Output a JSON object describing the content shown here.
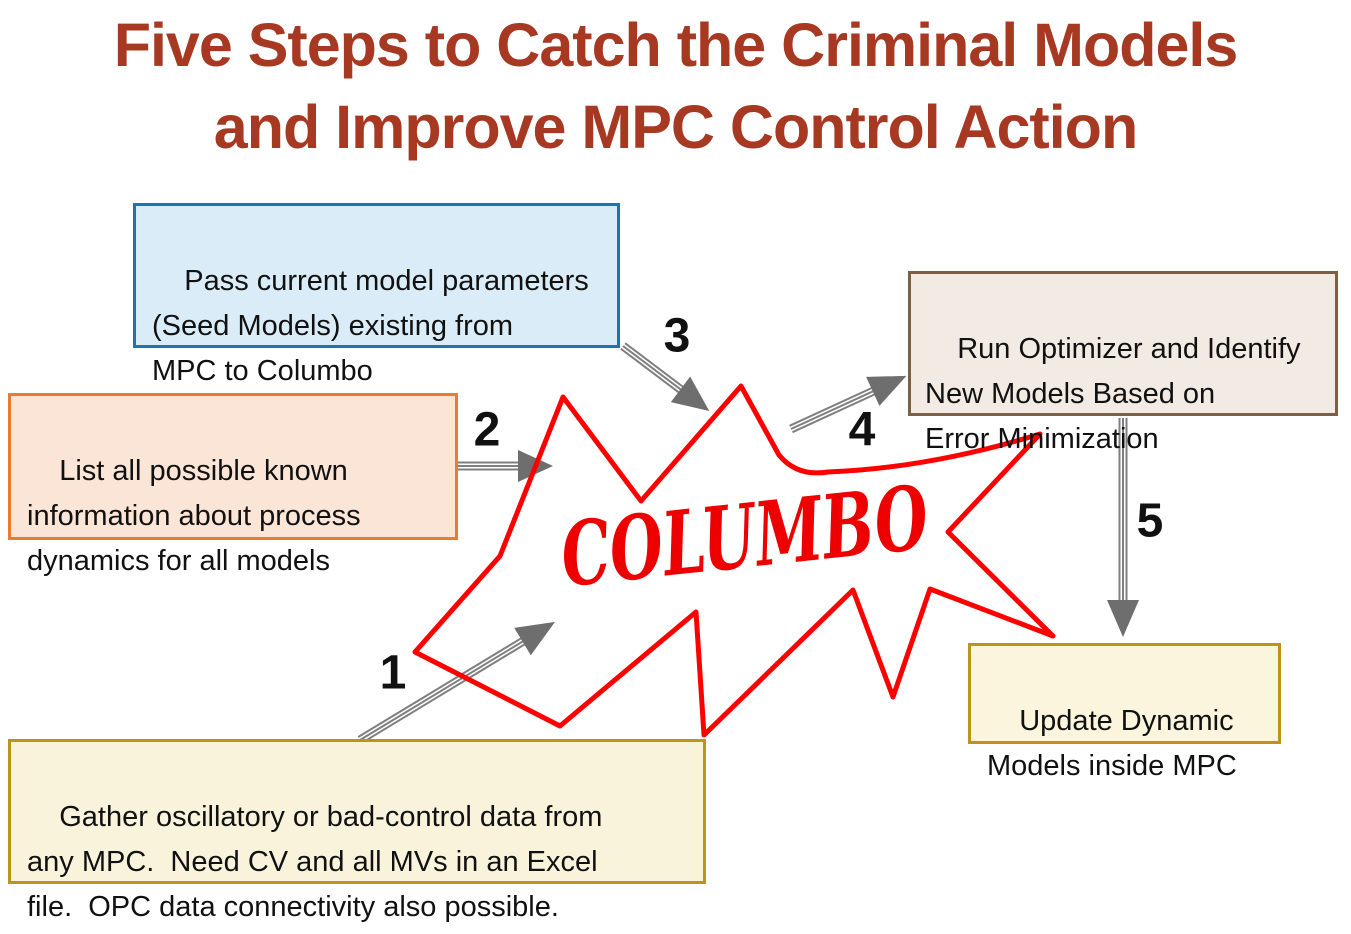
{
  "title": {
    "line1": "Five Steps to Catch the Criminal Models",
    "line2": "and Improve MPC Control Action"
  },
  "starburst": {
    "label": "COLUMBO"
  },
  "boxes": {
    "seed_models": {
      "text": "Pass current model parameters\n(Seed Models) existing from\nMPC to Columbo",
      "bg": "#D9ECF8",
      "border": "#1C74B4"
    },
    "process_info": {
      "text": "List all possible known\ninformation about process\ndynamics for all models",
      "bg": "#FBE5D6",
      "border": "#E87D31"
    },
    "optimizer": {
      "text": "Run Optimizer and Identify\nNew Models Based on\nError Minimization",
      "bg": "#F2EBE3",
      "border": "#7D5F46"
    },
    "update_models": {
      "text": "Update Dynamic\nModels inside MPC",
      "bg": "#FBF5DE",
      "border": "#BE9417"
    },
    "gather_data": {
      "text": "Gather oscillatory or bad-control data from\nany MPC.  Need CV and all MVs in an Excel\nfile.  OPC data connectivity also possible.",
      "bg": "#FAF3DC",
      "border": "#BE9417"
    }
  },
  "steps": [
    {
      "label": "1"
    },
    {
      "label": "2"
    },
    {
      "label": "3"
    },
    {
      "label": "4"
    },
    {
      "label": "5"
    }
  ],
  "colors": {
    "title_text": "#A73922",
    "starburst_stroke": "#FF0000",
    "columbo_text": "#EE0000",
    "arrow_gray": "#7F7F7F",
    "arrowhead_gray": "#6E6E6E",
    "body_text": "#111111"
  }
}
